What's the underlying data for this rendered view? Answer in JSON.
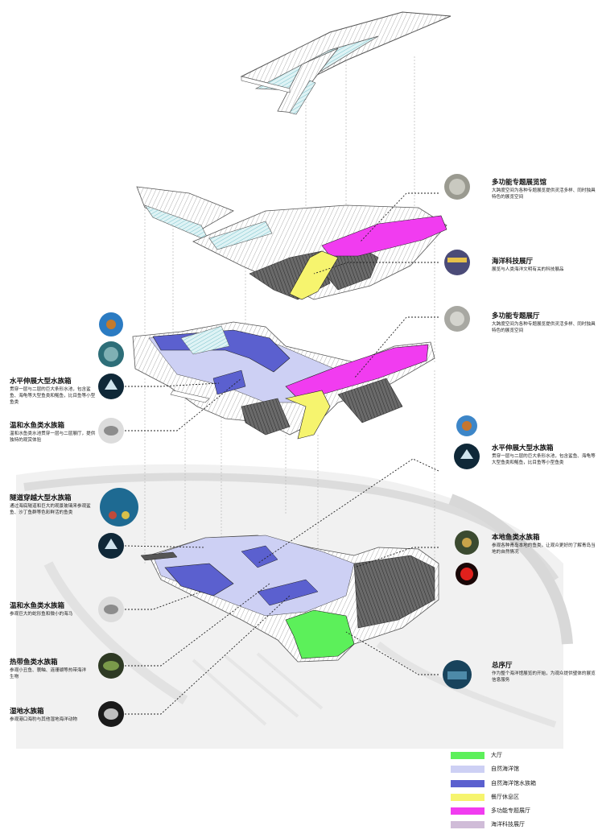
{
  "annotations": {
    "r1": {
      "title": "多功能专题展览馆",
      "desc": "大跨度空间为各种专题展览提供灵活多样、同时独具特色的展览空间"
    },
    "r2": {
      "title": "海洋科技展厅",
      "desc": "展览与人类海洋文明有关的科技展品"
    },
    "r3": {
      "title": "多功能专题展厅",
      "desc": "大跨度空间为各种专题展览提供灵活多样、同时独具特色的展览空间"
    },
    "r4": {
      "title": "水平伸展大型水族箱",
      "desc": "贯穿一层与二层的巨大条形水池，包含鲨鱼、海龟等大型鱼类和鳐鱼，比目鱼等小型鱼类"
    },
    "r5": {
      "title": "本地鱼类水族箱",
      "desc": "参观各种青岛本地的鱼类，让观众更好的了解青岛当地的自然情况"
    },
    "r6": {
      "title": "总序厅",
      "desc": "作为整个海洋馆展览的开始，为观众提供璧体的展览信息服务"
    },
    "l1": {
      "title": "水平伸展大型水族箱",
      "desc": "贯穿一层与二层的巨大条形水池，包含鲨鱼、海龟等大型鱼类和鳐鱼，比目鱼等小型鱼类"
    },
    "l2": {
      "title": "温和水鱼类水族箱",
      "desc": "温和水鱼类水池贯穿一层与二层展厅，提供独特的观赏体验"
    },
    "l3": {
      "title": "隧道穿越大型水族箱",
      "desc": "通过海底隧道和巨大的观景玻璃来参观鲨鱼、沙丁鱼群等色彩鲜活的鱼类"
    },
    "l4": {
      "title": "温和水鱼类水族箱",
      "desc": "参观巨大的蛇形鱼和微小的海马"
    },
    "l5": {
      "title": "热带鱼类水族箱",
      "desc": "参观小丑鱼、蓑鲉、涟珊瑚等热带海洋生物"
    },
    "l6": {
      "title": "湿地水族箱",
      "desc": "参观港口海豹与其他湿地海洋动物"
    }
  },
  "legend": [
    {
      "label": "大厅",
      "color": "#5cf05a"
    },
    {
      "label": "自然海洋馆",
      "color": "#cdd0f4"
    },
    {
      "label": "自然海洋馆水族箱",
      "color": "#5b60cf"
    },
    {
      "label": "餐厅休息区",
      "color": "#f6f46e"
    },
    {
      "label": "多功能专题展厅",
      "color": "#f13cf0"
    },
    {
      "label": "海洋科技展厅",
      "color": "#d0bcd8"
    }
  ],
  "palette": {
    "lobby": "#5cf05a",
    "ocean_hall": "#cdd0f4",
    "ocean_tank": "#5b60cf",
    "restaurant": "#f6f46e",
    "exhibition": "#f13cf0",
    "tech_hall": "#d0bcd8",
    "facade_dark": "#3d3d3d",
    "leader": "#222222"
  }
}
